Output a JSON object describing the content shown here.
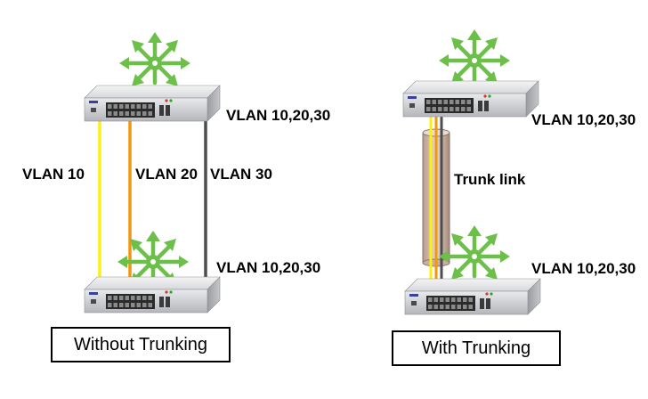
{
  "colors": {
    "vlan10": "#ffee11",
    "vlan20": "#f3960e",
    "vlan30": "#4d4d4d",
    "router_arrows": "#6cc04a",
    "switch_body": "#c9cbcf",
    "trunk_pipe": "#cfb9ad"
  },
  "left": {
    "labels": {
      "vlan_top": "VLAN 10,20,30",
      "vlan10": "VLAN 10",
      "vlan20": "VLAN 20",
      "vlan30": "VLAN 30",
      "vlan_bottom": "VLAN 10,20,30"
    },
    "caption": "Without Trunking"
  },
  "right": {
    "labels": {
      "vlan_top": "VLAN 10,20,30",
      "trunk": "Trunk link",
      "vlan_bottom": "VLAN 10,20,30"
    },
    "caption": "With Trunking"
  },
  "icons": {
    "router": "router-icon",
    "switch": "switch-icon"
  }
}
